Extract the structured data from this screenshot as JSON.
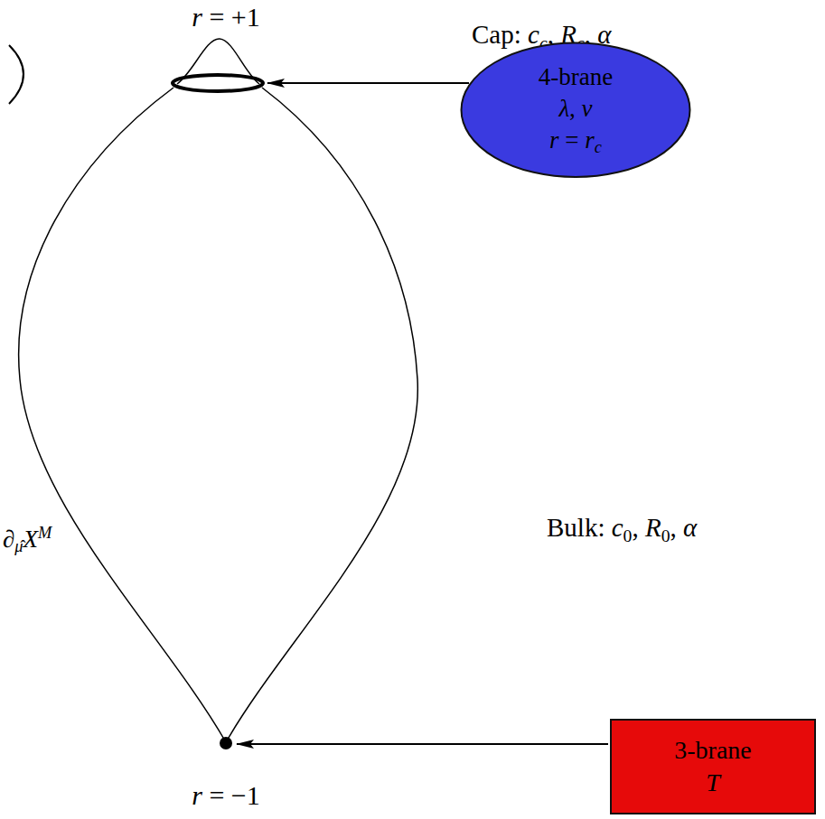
{
  "diagram": {
    "nodes": [
      {
        "text": [
          "4-brane",
          "λ, v",
          "r = rc"
        ]
      },
      {
        "text": [
          "3-brane",
          "T"
        ]
      }
    ],
    "labels": [
      "r = +1",
      "Cap: cc, Rc, α",
      "Bulk: c0, R0, α",
      "∂μ̂XM",
      "r = −1"
    ]
  }
}
